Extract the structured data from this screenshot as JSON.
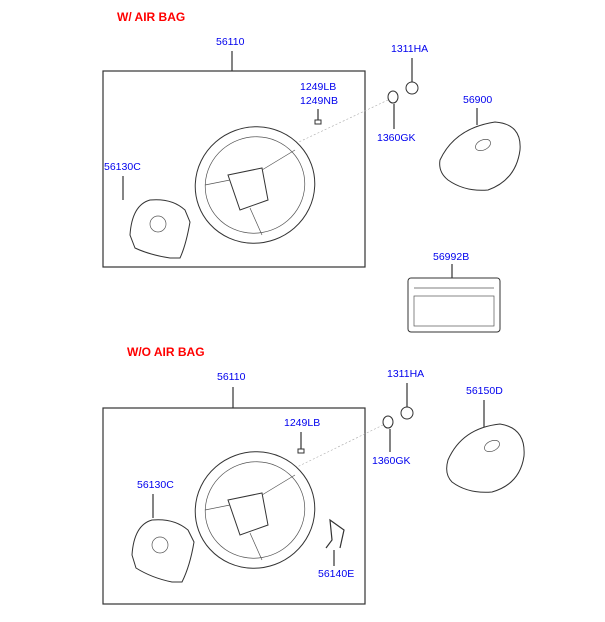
{
  "sections": [
    {
      "title": "W/ AIR BAG",
      "labels": {
        "wheel": "56110",
        "bolt_1": "1249LB",
        "bolt_2": "1249NB",
        "nut": "1311HA",
        "washer": "1360GK",
        "pad": "56900",
        "cover": "56130C",
        "label_plate": "56992B"
      }
    },
    {
      "title": "W/O AIR BAG",
      "labels": {
        "wheel": "56110",
        "bolt_1": "1249LB",
        "nut": "1311HA",
        "washer": "1360GK",
        "pad": "56150D",
        "cover": "56130C",
        "wire": "56140E"
      }
    }
  ]
}
